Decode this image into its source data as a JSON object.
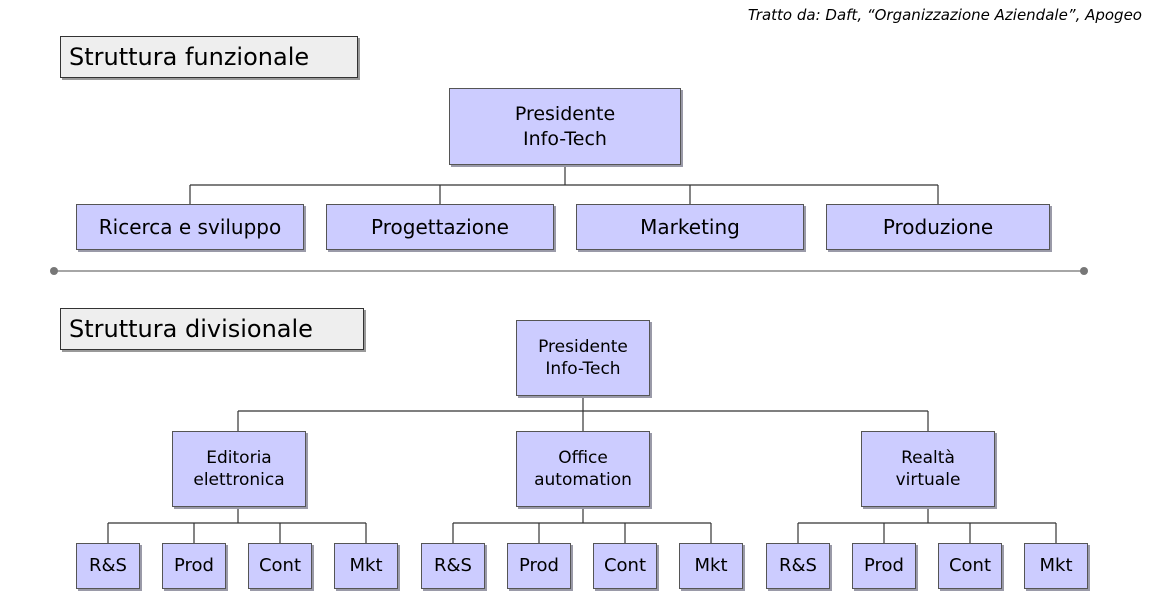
{
  "source": "Tratto da: Daft, “Organizzazione Aziendale”, Apogeo",
  "functional": {
    "title": "Struttura funzionale",
    "root": {
      "lines": [
        "Presidente",
        "Info-Tech"
      ]
    },
    "departments": [
      "Ricerca e sviluppo",
      "Progettazione",
      "Marketing",
      "Produzione"
    ]
  },
  "divisional": {
    "title": "Struttura divisionale",
    "root": {
      "lines": [
        "Presidente",
        "Info-Tech"
      ]
    },
    "divisions": [
      {
        "lines": [
          "Editoria",
          "elettronica"
        ],
        "units": [
          "R&S",
          "Prod",
          "Cont",
          "Mkt"
        ]
      },
      {
        "lines": [
          "Office",
          "automation"
        ],
        "units": [
          "R&S",
          "Prod",
          "Cont",
          "Mkt"
        ]
      },
      {
        "lines": [
          "Realtà",
          "virtuale"
        ],
        "units": [
          "R&S",
          "Prod",
          "Cont",
          "Mkt"
        ]
      }
    ]
  },
  "colors": {
    "node_fill": "#ccccff",
    "title_fill": "#eeeeee",
    "divider": "#888888"
  }
}
